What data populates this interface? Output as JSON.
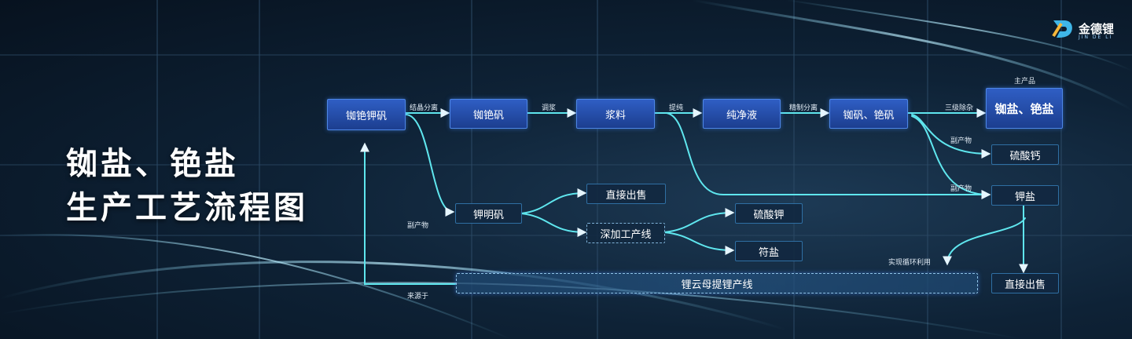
{
  "title": {
    "line1": "铷盐、铯盐",
    "line2": "生产工艺流程图"
  },
  "logo": {
    "name": "金德锂",
    "sub": "JIN DE LI"
  },
  "nodes": {
    "rb_cs_k_alum": "铷铯钾矾",
    "rb_cs_alum": "铷铯矾",
    "slurry": "浆料",
    "pure_solution": "纯净液",
    "rb_cs_alum_pair": "铷矾、铯矾",
    "main_product": "铷盐、铯盐",
    "calcium_sulfate": "硫酸钙",
    "potassium_salt": "钾盐",
    "potassium_alum": "钾明矾",
    "direct_sale_1": "直接出售",
    "deep_processing": "深加工产线",
    "potassium_sulfate": "硫酸钾",
    "compound_salt": "符盐",
    "lepidolite_line": "锂云母提锂产线",
    "direct_sale_2": "直接出售"
  },
  "labels": {
    "crystal_separation": "结晶分离",
    "slurry_mixing": "调浆",
    "purification": "提纯",
    "fine_separation": "精制分离",
    "three_stage": "三级除杂",
    "main_product_tag": "主产品",
    "byproduct_1": "副产物",
    "byproduct_2": "副产物",
    "byproduct_3": "副产物",
    "recycle": "实现循环利用",
    "source": "来源于"
  },
  "colors": {
    "accent": "#5fe6ee",
    "node": "#2f5ec4"
  }
}
